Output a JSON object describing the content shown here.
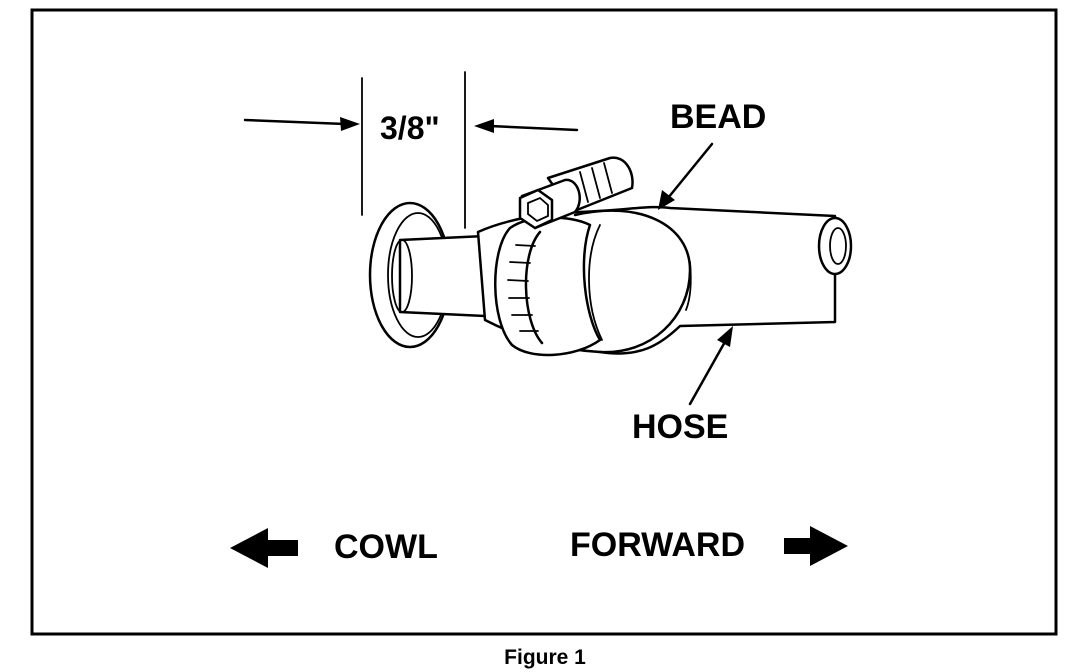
{
  "labels": {
    "dimension": "3/8\"",
    "bead": "BEAD",
    "hose": "HOSE",
    "cowl": "COWL",
    "forward": "FORWARD"
  },
  "caption": "Figure 1",
  "colors": {
    "ink": "#000000",
    "paper": "#ffffff"
  }
}
